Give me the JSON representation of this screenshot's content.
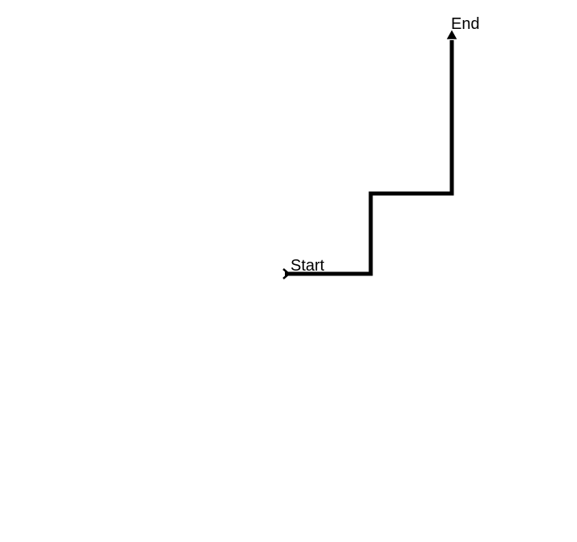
{
  "diagram": {
    "labels": {
      "start": "Start",
      "end": "End"
    },
    "moves": [
      "right",
      "up",
      "right",
      "up"
    ],
    "colors": {
      "line": "#000000",
      "background": "#ffffff"
    }
  }
}
